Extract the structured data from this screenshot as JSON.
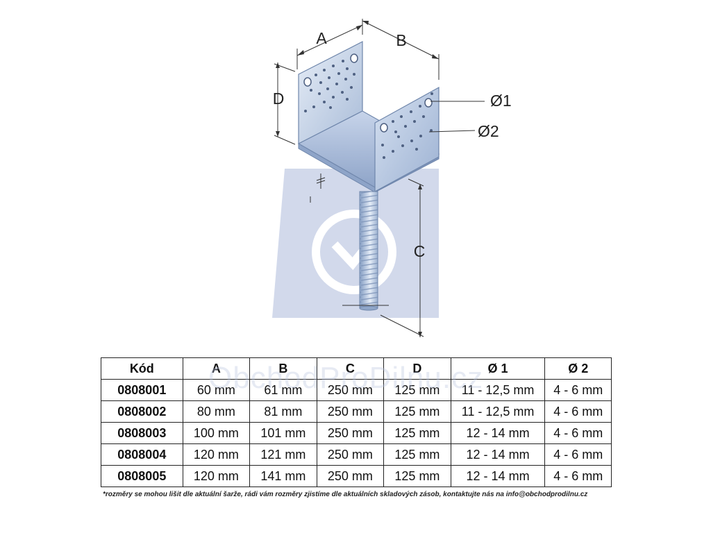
{
  "diagram": {
    "label_a": "A",
    "label_b": "B",
    "label_c": "C",
    "label_d": "D",
    "label_d1": "Ø1",
    "label_d2": "Ø2"
  },
  "watermark": {
    "text": "ObchodProDilnu.cz"
  },
  "table": {
    "headers": [
      "Kód",
      "A",
      "B",
      "C",
      "D",
      "Ø 1",
      "Ø 2"
    ],
    "rows": [
      [
        "0808001",
        "60 mm",
        "61 mm",
        "250 mm",
        "125 mm",
        "11 - 12,5 mm",
        "4 - 6 mm"
      ],
      [
        "0808002",
        "80 mm",
        "81 mm",
        "250 mm",
        "125 mm",
        "11 - 12,5 mm",
        "4 - 6 mm"
      ],
      [
        "0808003",
        "100 mm",
        "101 mm",
        "250 mm",
        "125 mm",
        "12 - 14 mm",
        "4 - 6 mm"
      ],
      [
        "0808004",
        "120 mm",
        "121 mm",
        "250 mm",
        "125 mm",
        "12 - 14 mm",
        "4 - 6 mm"
      ],
      [
        "0808005",
        "120 mm",
        "141 mm",
        "250 mm",
        "125 mm",
        "12 - 14 mm",
        "4 - 6 mm"
      ]
    ]
  },
  "footnote": "*rozměry se mohou lišit dle aktuální šarže, rádi vám rozměry zjistíme dle aktuálních skladových zásob, kontaktujte nás na info@obchodprodilnu.cz",
  "colors": {
    "steel_light": "#d9e3f2",
    "steel_mid": "#a9bcd8",
    "steel_dark": "#6f86ab",
    "watermark": "#b9c4df"
  }
}
